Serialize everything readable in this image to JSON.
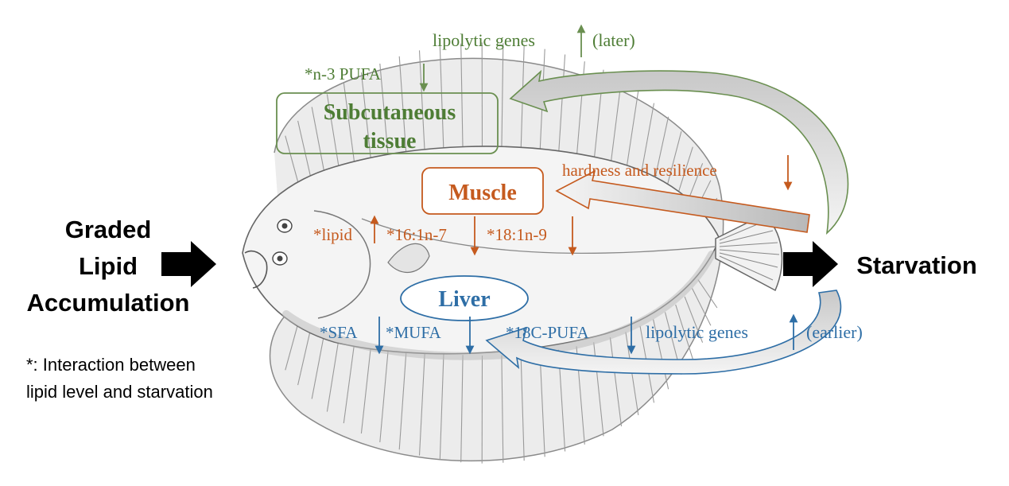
{
  "left_label": {
    "lines": [
      "Graded",
      "Lipid",
      "Accumulation"
    ]
  },
  "right_label": "Starvation",
  "footnote": {
    "lines": [
      "*: Interaction between",
      "lipid level and starvation"
    ]
  },
  "subcutaneous": {
    "title_lines": [
      "Subcutaneous",
      "tissue"
    ],
    "n3_pufa": "*n-3 PUFA",
    "genes_label": "lipolytic genes",
    "genes_note": "(later)"
  },
  "muscle": {
    "title": "Muscle",
    "hardness": "hardness and resilience",
    "lipid": "*lipid",
    "fa_16": "*16:1n-7",
    "fa_18": "*18:1n-9"
  },
  "liver": {
    "title": "Liver",
    "sfa": "*SFA",
    "mufa": "*MUFA",
    "pufa18": "*18C-PUFA",
    "genes_label": "lipolytic genes",
    "genes_note": "(earlier)"
  },
  "colors": {
    "green": "#6a8f50",
    "green_text": "#4e7d35",
    "orange": "#c55a1e",
    "blue": "#2e6ea6",
    "black": "#000000",
    "fish_outline": "#555555"
  }
}
